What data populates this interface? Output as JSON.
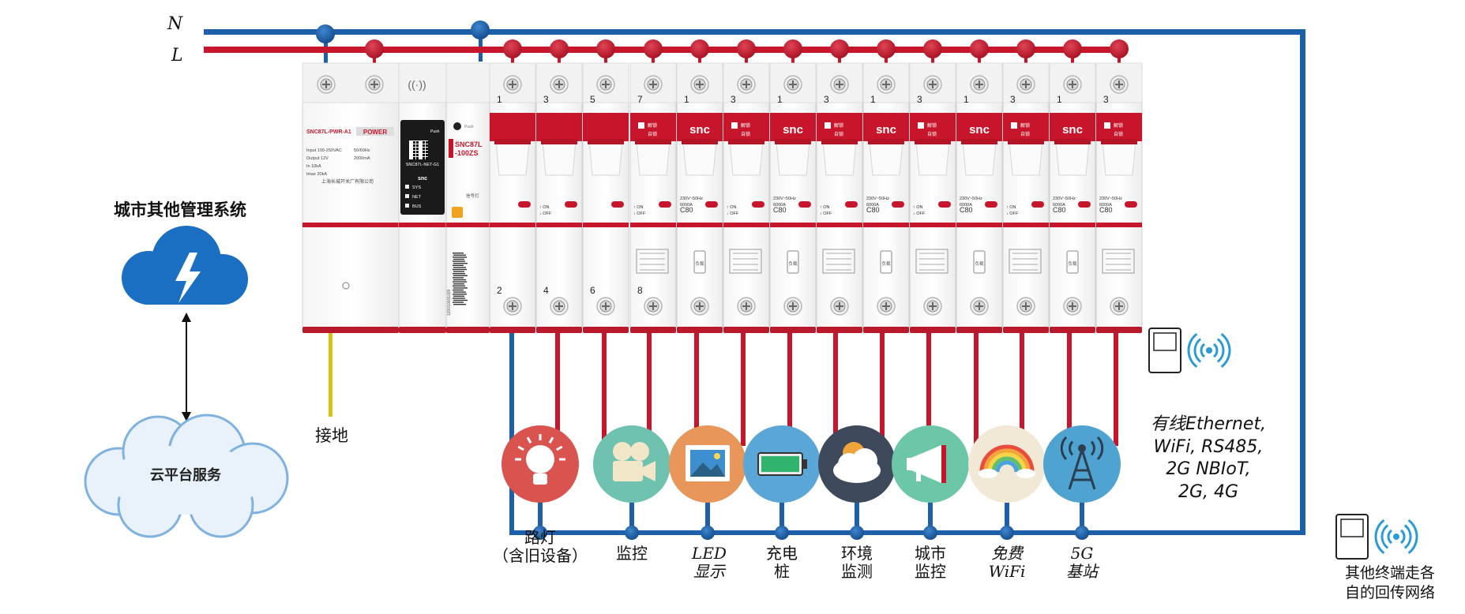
{
  "bus": {
    "n_label": "N",
    "l_label": "L",
    "n_color": "#1d5fa8",
    "l_color": "#c7162b",
    "earth_color": "#d4c214"
  },
  "left": {
    "city_system_label": "城市其他管理系统",
    "cloud_service_label": "云平台服务",
    "earth_label": "接地",
    "lightning_icon": "lightning-cloud-icon"
  },
  "modules": {
    "power": {
      "brand": "SNC87L-PWR-A1",
      "badge": "POWER",
      "spec_lines": [
        "Input 100-250VAC",
        "Output 12V",
        "In 10kA",
        "Imax 20kA"
      ],
      "spec_right": [
        "50/60Hz",
        "2000mA"
      ],
      "maker": "上海长城开关厂有限公司"
    },
    "net": {
      "model": "SNC87L-NET-G1",
      "brand": "snc",
      "leds": [
        "SYS",
        "NET",
        "BUS"
      ],
      "push": "Push"
    },
    "controller": {
      "model": "SNC87L-100ZS",
      "push": "Push",
      "signal": "信号灯",
      "barcode_number": "120010001009"
    },
    "breaker_spec": [
      "230V~50Hz",
      "6000A",
      "C80"
    ],
    "breaker_brand": "snc",
    "breaker_load_tag": "负载端",
    "breaker_unlock": "解锁",
    "breaker_auto": "自锁",
    "on_off": [
      "ON",
      "OFF"
    ],
    "top_numbers": [
      "1",
      "3",
      "5",
      "7",
      "1",
      "3",
      "1",
      "3",
      "1",
      "3",
      "1",
      "3",
      "1",
      "3"
    ],
    "bottom_numbers": [
      "2",
      "4",
      "6",
      "8"
    ]
  },
  "devices": [
    {
      "name": "路灯\n（含旧设备）",
      "icon": "street-light-icon",
      "color": "#d9534f"
    },
    {
      "name": "监控",
      "icon": "video-camera-icon",
      "color": "#6fc2b0"
    },
    {
      "name": "LED\n显示",
      "icon": "picture-icon",
      "color": "#e8965a"
    },
    {
      "name": "充电\n桩",
      "icon": "battery-icon",
      "color": "#5aa6d6"
    },
    {
      "name": "环境\n监测",
      "icon": "weather-cloud-icon",
      "color": "#3e4a5c"
    },
    {
      "name": "城市\n监控",
      "icon": "megaphone-icon",
      "color": "#6cc6a8"
    },
    {
      "name": "免费\nWiFi",
      "icon": "rainbow-icon",
      "color": "#f1e9d6"
    },
    {
      "name": "5G\n基站",
      "icon": "antenna-tower-icon",
      "color": "#4fa3d1"
    }
  ],
  "network": {
    "protocols": "有线Ethernet,\nWiFi, RS485,\n2G NBIoT,\n2G, 4G",
    "other_terminals": "其他终端走各\n自的回传网络",
    "terminal_icon": "terminal-device-icon",
    "wireless_icon": "wireless-signal-icon"
  }
}
